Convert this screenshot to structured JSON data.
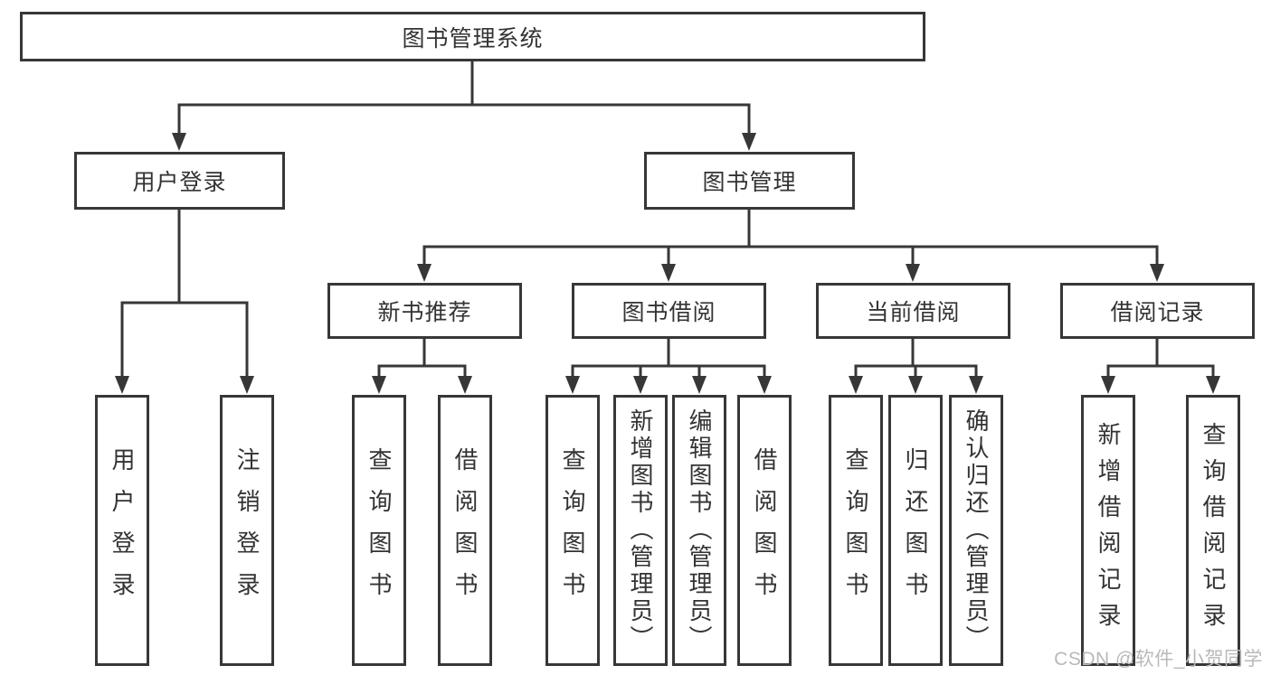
{
  "colors": {
    "line": "#373737",
    "box_border": "#373737",
    "text": "#333333",
    "background": "#ffffff",
    "watermark": "#b9b9b9"
  },
  "diagram": {
    "type": "hierarchy-tree",
    "root": {
      "label": "图书管理系统"
    },
    "branches": [
      {
        "label": "用户登录",
        "children": [
          {
            "label": "用户登录"
          },
          {
            "label": "注销登录"
          }
        ]
      },
      {
        "label": "图书管理",
        "children": [
          {
            "label": "新书推荐",
            "children": [
              {
                "label": "查询图书"
              },
              {
                "label": "借阅图书"
              }
            ]
          },
          {
            "label": "图书借阅",
            "children": [
              {
                "label": "查询图书"
              },
              {
                "label": "新增图书（管理员）"
              },
              {
                "label": "编辑图书（管理员）"
              },
              {
                "label": "借阅图书"
              }
            ]
          },
          {
            "label": "当前借阅",
            "children": [
              {
                "label": "查询图书"
              },
              {
                "label": "归还图书"
              },
              {
                "label": "确认归还（管理员）"
              }
            ]
          },
          {
            "label": "借阅记录",
            "children": [
              {
                "label": "新增借阅记录"
              },
              {
                "label": "查询借阅记录"
              }
            ]
          }
        ]
      }
    ]
  },
  "watermark": {
    "text": "CSDN @软件_小贺同学"
  }
}
